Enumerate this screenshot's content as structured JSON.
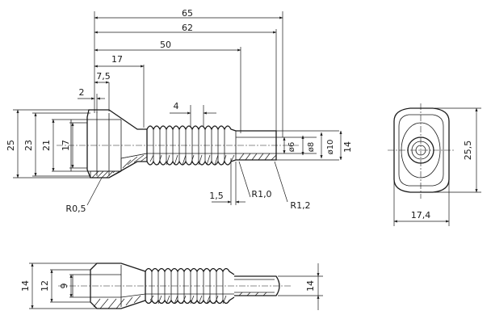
{
  "side_view": {
    "horizontal_dims": {
      "overall_length": "65",
      "length_62": "62",
      "length_50": "50",
      "length_17": "17",
      "length_7_5": "7,5",
      "length_2": "2",
      "pitch": "4",
      "length_1_5": "1,5"
    },
    "vertical_dims": {
      "dia_25": "25",
      "dia_23": "23",
      "dia_21": "21",
      "dia_17": "17",
      "dia_6": "ø6",
      "dia_8": "ø8",
      "dia_10": "ø10",
      "dia_14": "14"
    },
    "radii": {
      "r_0_5": "R0,5",
      "r_1_0": "R1,0",
      "r_1_2": "R1,2"
    }
  },
  "end_view": {
    "height": "25,5",
    "width": "17,4"
  },
  "bottom_view": {
    "dim_14_left": "14",
    "dim_12": "12",
    "dim_9": "9",
    "dim_14_right": "14"
  }
}
